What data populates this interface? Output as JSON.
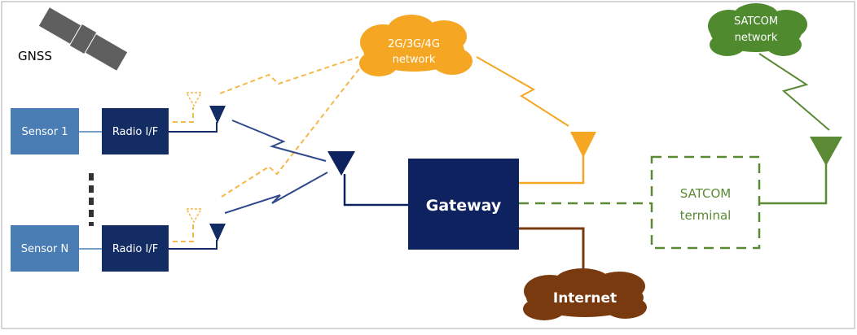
{
  "diagram": {
    "gnss_label": "GNSS",
    "sensors": [
      {
        "label": "Sensor 1",
        "radio_label": "Radio I/F"
      },
      {
        "label": "Sensor N",
        "radio_label": "Radio I/F"
      }
    ],
    "gateway_label": "Gateway",
    "cellular_cloud": {
      "line1": "2G/3G/4G",
      "line2": "network"
    },
    "satcom_cloud": {
      "line1": "SATCOM",
      "line2": "network"
    },
    "satcom_terminal": {
      "line1": "SATCOM",
      "line2": "terminal"
    },
    "internet_label": "Internet",
    "colors": {
      "sensor_fill": "#4a7db4",
      "radio_fill": "#142c64",
      "gateway_fill": "#0f2260",
      "radio_link": "#2f4a8c",
      "cellular": "#f5a623",
      "cellular_light": "#f8c46a",
      "satcom": "#5a8a34",
      "satcom_cloud_fill": "#4f8a2f",
      "internet": "#7a3a10",
      "border": "#c8c8c8"
    }
  }
}
